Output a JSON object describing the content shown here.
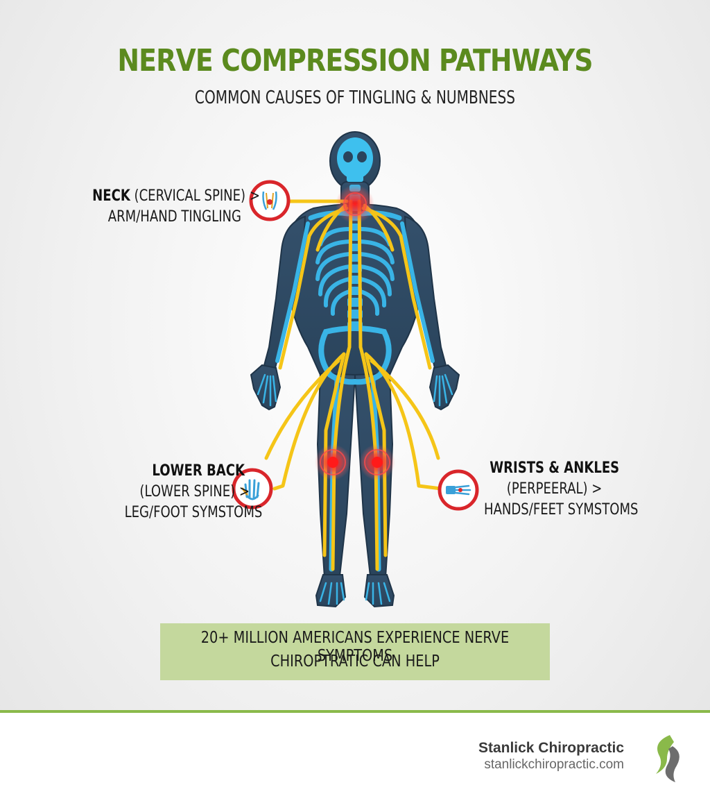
{
  "header": {
    "title": "NERVE COMPRESSION PATHWAYS",
    "subtitle": "COMMON CAUSES OF TINGLING & NUMBNESS"
  },
  "callouts": {
    "neck": {
      "bold": "NECK",
      "line1_rest": " (CERVICAL SPINE) >",
      "line2": "ARM/HAND TINGLING",
      "icon": "cervical-spine-icon"
    },
    "lower_back": {
      "bold": "LOWER BACK",
      "line2": "(LOWER SPINE) >",
      "line3": "LEG/FOOT SYMSTOMS",
      "icon": "hand-icon"
    },
    "wrists_ankles": {
      "bold": "WRISTS & ANKLES",
      "line2": "(PERPEERAL) >",
      "line3": "HANDS/FEET SYMSTOMS",
      "icon": "wrist-icon"
    }
  },
  "stat_box": {
    "line1": "20+ MILLION AMERICANS EXPERIENCE NERVE SYMPTOMS",
    "line2": "CHIROPTRATIC CAN HELP"
  },
  "footer": {
    "brand": "Stanlick Chiropractic",
    "url": "stanlickchiropractic.com"
  },
  "colors": {
    "title_green": "#5b8a1e",
    "body_dark": "#2f4a63",
    "bone_blue": "#39b4e6",
    "nerve_yellow": "#f5c518",
    "hotspot_red": "#e02a2a",
    "stat_box": "#c4d89d",
    "divider": "#8ab94a"
  }
}
